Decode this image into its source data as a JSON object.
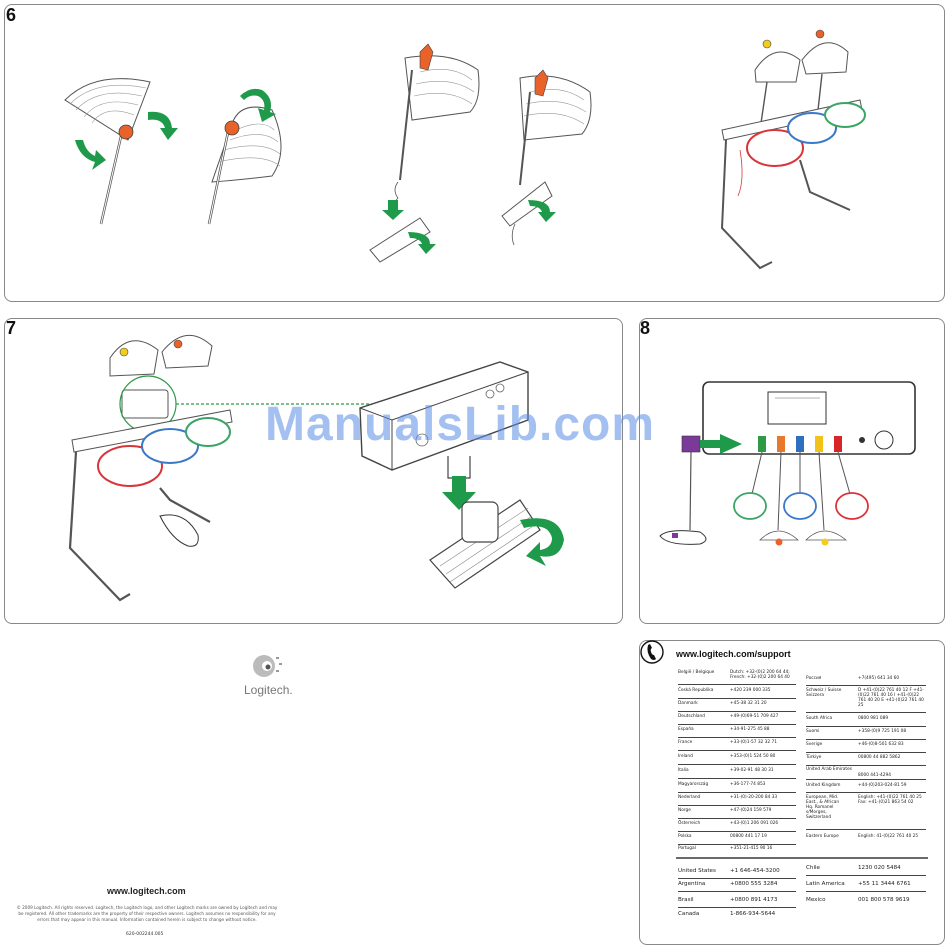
{
  "steps": {
    "six": "6",
    "seven": "7",
    "eight": "8"
  },
  "watermark": "ManualsLib.com",
  "brand": {
    "logo_word": "Logitech.",
    "website": "www.logitech.com",
    "copyright": "© 2009 Logitech. All rights reserved. Logitech, the Logitech logo, and other Logitech marks are owned by Logitech and may be registered. All other trademarks are the property of their respective owners. Logitech assumes no responsibility for any errors that may appear in this manual. Information contained herein is subject to change without notice.",
    "part_number": "620-002244.005"
  },
  "support": {
    "url": "www.logitech.com/support",
    "left_rows": [
      {
        "country": "België / Belgique",
        "phone": "Dutch: +32-(0)2 200 64 44; French: +32-(0)2 200 64 40"
      },
      {
        "country": "Česká Republika",
        "phone": "+420 239 000 335"
      },
      {
        "country": "Danmark",
        "phone": "+45-38 32 31 20"
      },
      {
        "country": "Deutschland",
        "phone": "+49-(0)69-51 709 427"
      },
      {
        "country": "España",
        "phone": "+34-91-275 45 88"
      },
      {
        "country": "France",
        "phone": "+33-(0)1-57 32 32 71"
      },
      {
        "country": "Ireland",
        "phone": "+353-(0)1 524 50 80"
      },
      {
        "country": "Italia",
        "phone": "+39-02-91 48 30 31"
      },
      {
        "country": "Magyarország",
        "phone": "+36-177-74 853"
      },
      {
        "country": "Nederland",
        "phone": "+31-(0)-20-200 84 33"
      },
      {
        "country": "Norge",
        "phone": "+47-(0)24 159 579"
      },
      {
        "country": "Österreich",
        "phone": "+43-(0)1 206 091 026"
      },
      {
        "country": "Polska",
        "phone": "00800 441 17 19"
      },
      {
        "country": "Portugal",
        "phone": "+351-21-415 90 16"
      }
    ],
    "right_rows": [
      {
        "country": "Россия",
        "phone": "+7(495) 641 34 60"
      },
      {
        "country": "Schweiz / Suisse Svizzera",
        "phone": "D +41-(0)22 761 40 12 F +41-(0)22 761 40 16 I +41-(0)22 761 40 20 E +41-(0)22 761 40 25"
      },
      {
        "country": "South Africa",
        "phone": "0800 981 089"
      },
      {
        "country": "Suomi",
        "phone": "+358-(0)9 725 191 08"
      },
      {
        "country": "Sverige",
        "phone": "+46-(0)8-501 632 83"
      },
      {
        "country": "Türkiye",
        "phone": "00800 44 882 5862"
      },
      {
        "country": "United Arab Emirates",
        "phone": "8000 441-4294"
      },
      {
        "country": "United Kingdom",
        "phone": "+44-(0)203-024-81 59"
      },
      {
        "country": "European, Mid. East., & African Hq. Romanel s/Morges, Switzerland",
        "phone": "English: +41-(0)22 761 40 25 Fax: +41-(0)21 863 54 02"
      },
      {
        "country": "Eastern Europe",
        "phone": "English: 41-(0)22 761 40 25"
      }
    ],
    "bottom_left": [
      {
        "country": "United States",
        "phone": "+1 646-454-3200"
      },
      {
        "country": "Argentina",
        "phone": "+0800 555 3284"
      },
      {
        "country": "Brasil",
        "phone": "+0800 891 4173"
      },
      {
        "country": "Canada",
        "phone": "1-866-934-5644"
      }
    ],
    "bottom_right": [
      {
        "country": "Chile",
        "phone": "1230 020 5484"
      },
      {
        "country": "Latin America",
        "phone": "+55 11 3444 6761"
      },
      {
        "country": "Mexico",
        "phone": "001 800 578 9619"
      }
    ]
  },
  "colors": {
    "arrow": "#1e9a4a",
    "cymbal_knob": "#e8622a",
    "cymbal_knob_yellow": "#f2cc1e",
    "pad_red": "#d9343a",
    "pad_blue": "#3a78c8",
    "pad_green": "#3aa565",
    "plug_purple": "#7b3a9a",
    "plug_green": "#2e9a48",
    "plug_orange": "#e8782a",
    "plug_blue": "#2f6fc0",
    "plug_yellow": "#f0c21a",
    "plug_red": "#d8252a",
    "watermark": "#5a8ce6"
  },
  "icons": {
    "phone": "phone-icon",
    "logo": "logitech-eye-logo-icon"
  }
}
